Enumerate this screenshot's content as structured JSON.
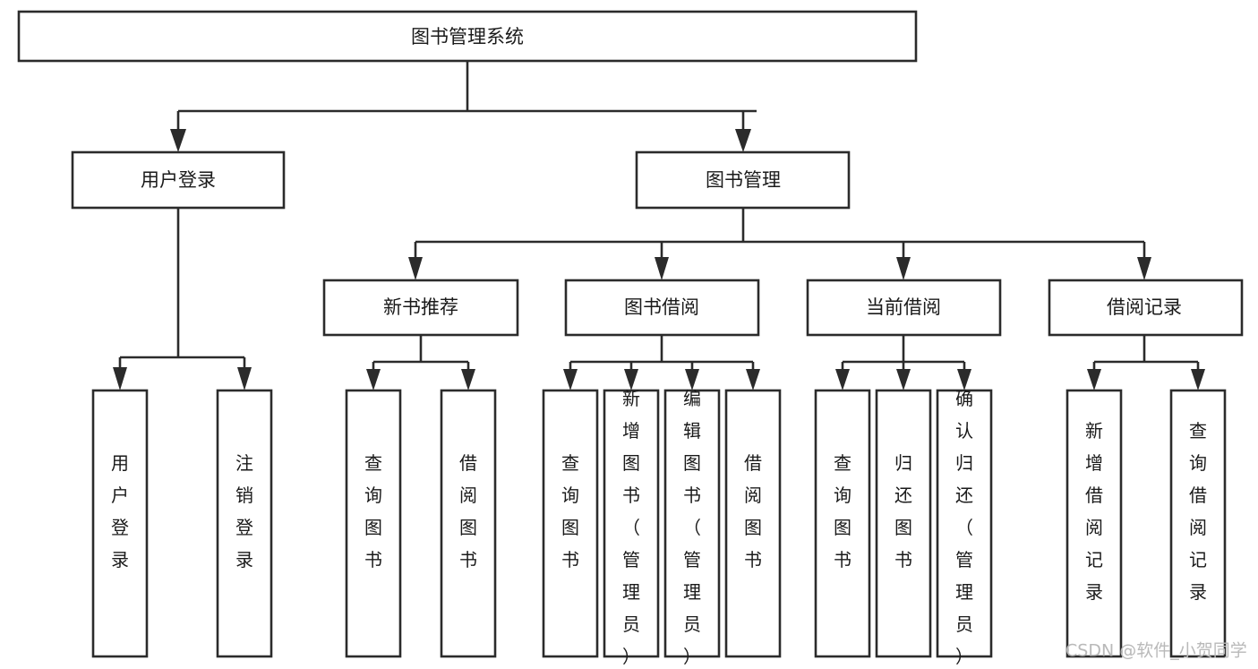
{
  "diagram": {
    "title": "图书管理系统",
    "type": "tree-hierarchy-diagram",
    "orientation": "top-down",
    "background_color": "#ffffff",
    "stroke_color": "#2b2b2b",
    "text_color": "#1a1a1a"
  },
  "root": {
    "label": "图书管理系统"
  },
  "level1": [
    {
      "label": "用户登录"
    },
    {
      "label": "图书管理"
    }
  ],
  "level2": [
    {
      "label": "新书推荐"
    },
    {
      "label": "图书借阅"
    },
    {
      "label": "当前借阅"
    },
    {
      "label": "借阅记录"
    }
  ],
  "leaves": {
    "user_login": [
      {
        "label": "用户登录"
      },
      {
        "label": "注销登录"
      }
    ],
    "new_book_recommend": [
      {
        "label": "查询图书"
      },
      {
        "label": "借阅图书"
      }
    ],
    "book_borrow": [
      {
        "label": "查询图书"
      },
      {
        "label": "新增图书（管理员）"
      },
      {
        "label": "编辑图书（管理员）"
      },
      {
        "label": "借阅图书"
      }
    ],
    "current_borrow": [
      {
        "label": "查询图书"
      },
      {
        "label": "归还图书"
      },
      {
        "label": "确认归还（管理员）"
      }
    ],
    "borrow_record": [
      {
        "label": "新增借阅记录"
      },
      {
        "label": "查询借阅记录"
      }
    ]
  },
  "watermark": {
    "text": "CSDN @软件_小贺同学",
    "color": "#b9b9b9"
  }
}
